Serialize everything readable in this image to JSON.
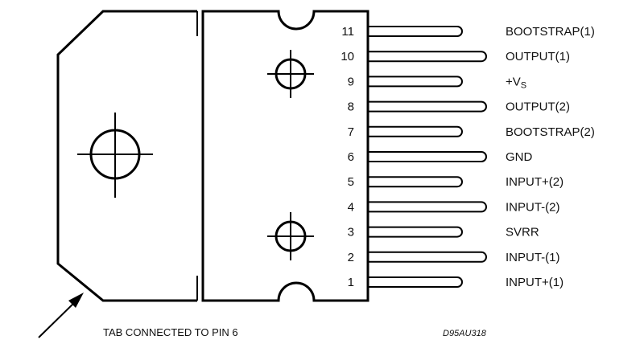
{
  "pins": [
    {
      "number": "11",
      "label": "BOOTSTRAP(1)",
      "long": false
    },
    {
      "number": "10",
      "label": "OUTPUT(1)",
      "long": true
    },
    {
      "number": "9",
      "label": "+V",
      "subscript": "S",
      "long": false
    },
    {
      "number": "8",
      "label": "OUTPUT(2)",
      "long": true
    },
    {
      "number": "7",
      "label": "BOOTSTRAP(2)",
      "long": false
    },
    {
      "number": "6",
      "label": "GND",
      "long": true
    },
    {
      "number": "5",
      "label": "INPUT+(2)",
      "long": false
    },
    {
      "number": "4",
      "label": "INPUT-(2)",
      "long": true
    },
    {
      "number": "3",
      "label": "SVRR",
      "long": false
    },
    {
      "number": "2",
      "label": "INPUT-(1)",
      "long": true
    },
    {
      "number": "1",
      "label": "INPUT+(1)",
      "long": false
    }
  ],
  "caption": "TAB CONNECTED TO PIN 6",
  "drawing_code": "D95AU318",
  "icons": [
    "crosshair-icon",
    "arrow-icon"
  ]
}
